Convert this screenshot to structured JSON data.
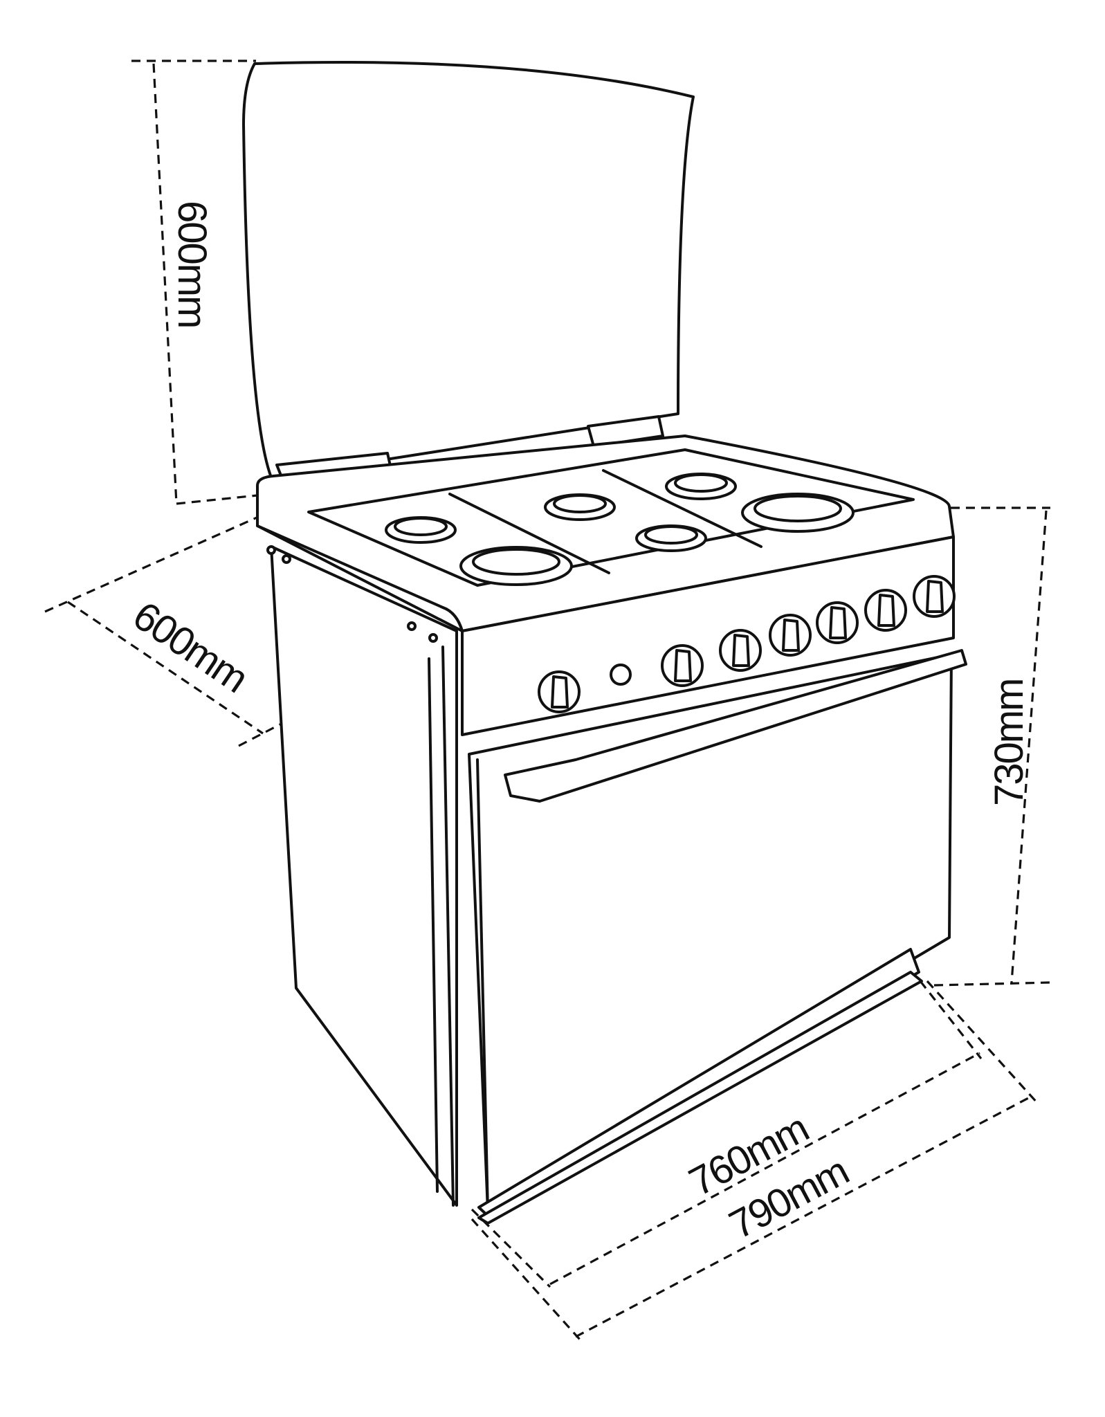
{
  "diagram": {
    "dimensions": {
      "lid_height": "600mm",
      "depth": "600mm",
      "body_height": "730mm",
      "inner_width": "760mm",
      "outer_width": "790mm"
    },
    "burners": [
      "front-left",
      "front-middle",
      "rear-left",
      "rear-middle",
      "rear-right",
      "front-right"
    ],
    "knobs": 7
  }
}
